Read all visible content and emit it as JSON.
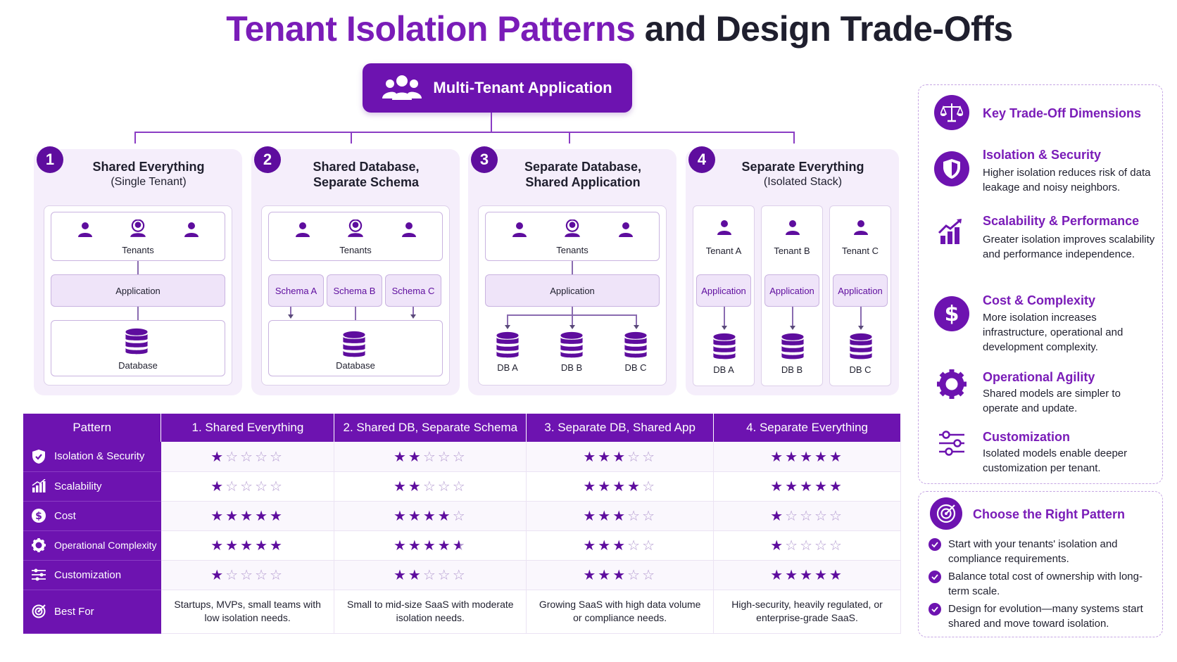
{
  "title": {
    "highlight": "Tenant Isolation Patterns",
    "rest": "and Design Trade-Offs"
  },
  "root": {
    "label": "Multi-Tenant Application"
  },
  "colors": {
    "primary": "#6d13b0",
    "accent": "#7a1cb8",
    "light": "#f5eefb",
    "text": "#1f1f2e"
  },
  "patterns": [
    {
      "num": "1",
      "title": "Shared Everything",
      "subtitle": "(Single Tenant)",
      "tenants": "Tenants",
      "app": "Application",
      "db": "Database"
    },
    {
      "num": "2",
      "title": "Shared Database,",
      "subtitle": "Separate Schema",
      "tenants": "Tenants",
      "schemas": [
        "Schema A",
        "Schema B",
        "Schema C"
      ],
      "db": "Database"
    },
    {
      "num": "3",
      "title": "Separate Database,",
      "subtitle": "Shared Application",
      "tenants": "Tenants",
      "app": "Application",
      "dbs": [
        "DB A",
        "DB B",
        "DB C"
      ]
    },
    {
      "num": "4",
      "title": "Separate Everything",
      "subtitle": "(Isolated Stack)",
      "stacks": [
        {
          "tenant": "Tenant A",
          "app": "Application",
          "db": "DB A"
        },
        {
          "tenant": "Tenant B",
          "app": "Application",
          "db": "DB B"
        },
        {
          "tenant": "Tenant C",
          "app": "Application",
          "db": "DB C"
        }
      ]
    }
  ],
  "table": {
    "headers": [
      "Pattern",
      "1. Shared Everything",
      "2. Shared DB, Separate Schema",
      "3. Separate DB, Shared App",
      "4. Separate Everything"
    ],
    "rows": [
      {
        "label": "Isolation & Security",
        "icon": "shield-icon",
        "ratings": [
          1,
          2,
          3,
          5
        ]
      },
      {
        "label": "Scalability",
        "icon": "bar-chart-icon",
        "ratings": [
          1,
          2,
          4,
          5
        ]
      },
      {
        "label": "Cost",
        "icon": "dollar-icon",
        "ratings": [
          5,
          4,
          3,
          1
        ]
      },
      {
        "label": "Operational Complexity",
        "icon": "gear-icon",
        "ratings": [
          5,
          4.5,
          3,
          1
        ]
      },
      {
        "label": "Customization",
        "icon": "sliders-icon",
        "ratings": [
          1,
          2,
          3,
          5
        ]
      }
    ],
    "best_for": {
      "label": "Best For",
      "icon": "target-icon",
      "values": [
        "Startups, MVPs, small teams with low isolation needs.",
        "Small to mid-size SaaS with moderate isolation needs.",
        "Growing SaaS with high data volume or compliance needs.",
        "High-security, heavily regulated, or enterprise-grade SaaS."
      ]
    }
  },
  "tradeoffs": {
    "title": "Key Trade-Off Dimensions",
    "title_icon": "scales-icon",
    "items": [
      {
        "heading": "Isolation & Security",
        "icon": "shield-icon",
        "text": "Higher isolation reduces risk of data leakage and noisy neighbors."
      },
      {
        "heading": "Scalability & Performance",
        "icon": "growth-chart-icon",
        "text": "Greater isolation improves scalability and performance independence."
      },
      {
        "heading": "Cost & Complexity",
        "icon": "dollar-icon",
        "text": "More isolation increases infrastructure, operational and development complexity."
      },
      {
        "heading": "Operational Agility",
        "icon": "gear-icon",
        "text": "Shared models are simpler to operate and update."
      },
      {
        "heading": "Customization",
        "icon": "sliders-icon",
        "text": "Isolated models enable deeper customization per tenant."
      }
    ]
  },
  "choose": {
    "title": "Choose the Right Pattern",
    "title_icon": "target-icon",
    "items": [
      "Start with your tenants' isolation and compliance requirements.",
      "Balance total cost of ownership with long-term scale.",
      "Design for evolution—many systems start shared and move toward isolation."
    ]
  }
}
